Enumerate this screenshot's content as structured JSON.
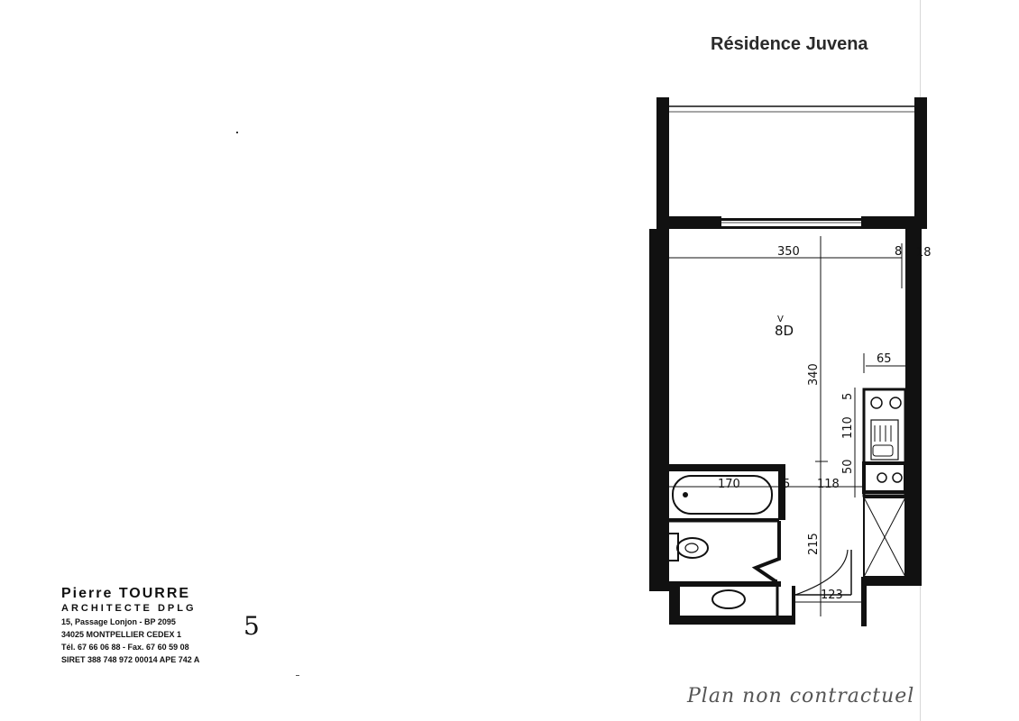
{
  "header": {
    "title": "Résidence Juvena"
  },
  "architect": {
    "name": "Pierre TOURRE",
    "title": "ARCHITECTE DPLG",
    "address_line1": "15, Passage Lonjon - BP 2095",
    "address_line2": "34025 MONTPELLIER CEDEX 1",
    "phone": "Tél. 67 66 06 88 - Fax. 67 60 59 08",
    "siret": "SIRET 388 748 972 00014 APE 742 A"
  },
  "page_number": "5",
  "handwritten_note": "Plan non contractuel",
  "plan": {
    "room_label": "8D",
    "room_marker": "V",
    "dimensions": {
      "width_main": "350",
      "wall_right": "8",
      "wall_edge": "18",
      "depth_main": "340",
      "kitchen_width": "65",
      "kitchen_gap": "5",
      "kitchen_length": "110",
      "kitchen_lower": "50",
      "bath_length": "170",
      "bath_gap": "5",
      "bath_to_wall": "118",
      "entry_depth": "215",
      "door_width": "123"
    }
  }
}
